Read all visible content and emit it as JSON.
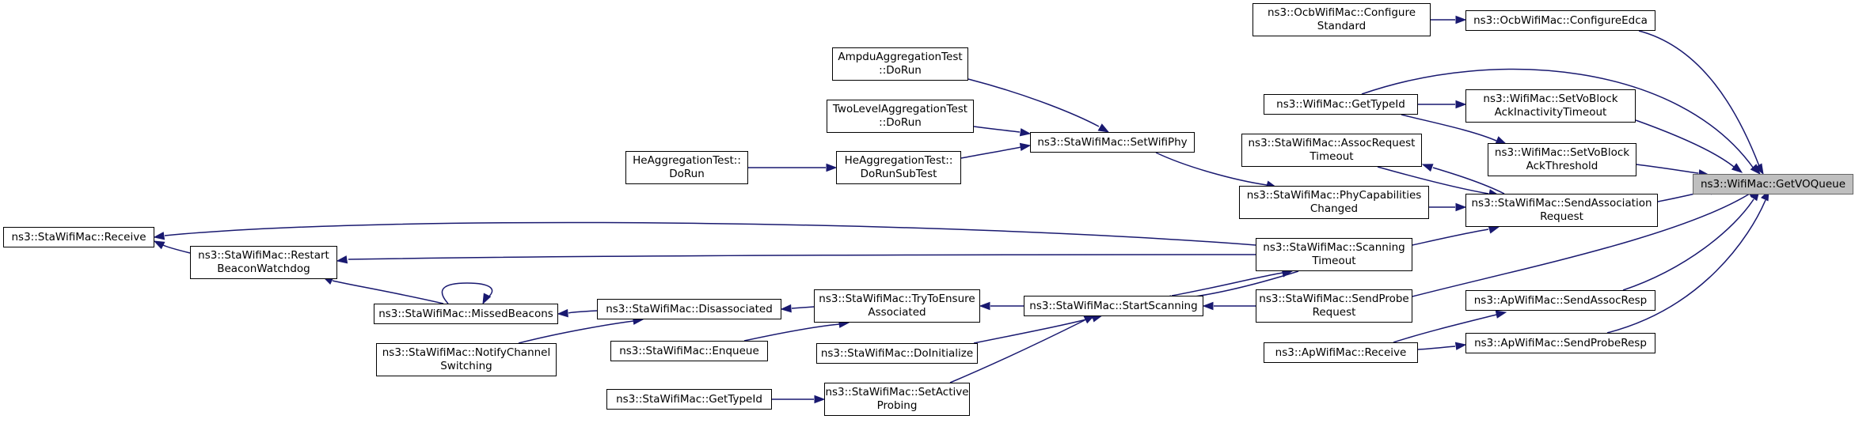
{
  "graph": {
    "focus_node": "ns3::WifiMac::GetVOQueue",
    "nodes": {
      "get_vo_queue": [
        "ns3::WifiMac::GetVOQueue"
      ],
      "ocb_configure_standard": [
        "ns3::OcbWifiMac::Configure",
        "Standard"
      ],
      "ocb_configure_edca": [
        "ns3::OcbWifiMac::ConfigureEdca"
      ],
      "wifimac_get_typeid": [
        "ns3::WifiMac::GetTypeId"
      ],
      "set_vo_block_ack_inactivity": [
        "ns3::WifiMac::SetVoBlock",
        "AckInactivityTimeout"
      ],
      "set_vo_block_ack_threshold": [
        "ns3::WifiMac::SetVoBlock",
        "AckThreshold"
      ],
      "assoc_request_timeout": [
        "ns3::StaWifiMac::AssocRequest",
        "Timeout"
      ],
      "phy_capabilities_changed": [
        "ns3::StaWifiMac::PhyCapabilities",
        "Changed"
      ],
      "send_association_request": [
        "ns3::StaWifiMac::SendAssociation",
        "Request"
      ],
      "ampdu_aggregation_test": [
        "AmpduAggregationTest",
        "::DoRun"
      ],
      "two_level_aggregation_test": [
        "TwoLevelAggregationTest",
        "::DoRun"
      ],
      "he_aggregation_test_dorun": [
        "HeAggregationTest::",
        "DoRun"
      ],
      "he_aggregation_test_dorunsubtest": [
        "HeAggregationTest::",
        "DoRunSubTest"
      ],
      "sta_set_wifi_phy": [
        "ns3::StaWifiMac::SetWifiPhy"
      ],
      "sta_receive": [
        "ns3::StaWifiMac::Receive"
      ],
      "restart_beacon_watchdog": [
        "ns3::StaWifiMac::Restart",
        "BeaconWatchdog"
      ],
      "scanning_timeout": [
        "ns3::StaWifiMac::Scanning",
        "Timeout"
      ],
      "missed_beacons": [
        "ns3::StaWifiMac::MissedBeacons"
      ],
      "disassociated": [
        "ns3::StaWifiMac::Disassociated"
      ],
      "try_to_ensure_associated": [
        "ns3::StaWifiMac::TryToEnsure",
        "Associated"
      ],
      "start_scanning": [
        "ns3::StaWifiMac::StartScanning"
      ],
      "send_probe_request": [
        "ns3::StaWifiMac::SendProbe",
        "Request"
      ],
      "notify_channel_switching": [
        "ns3::StaWifiMac::NotifyChannel",
        "Switching"
      ],
      "enqueue": [
        "ns3::StaWifiMac::Enqueue"
      ],
      "do_initialize": [
        "ns3::StaWifiMac::DoInitialize"
      ],
      "sta_get_typeid": [
        "ns3::StaWifiMac::GetTypeId"
      ],
      "set_active_probing": [
        "ns3::StaWifiMac::SetActive",
        "Probing"
      ],
      "ap_send_assoc_resp": [
        "ns3::ApWifiMac::SendAssocResp"
      ],
      "ap_receive": [
        "ns3::ApWifiMac::Receive"
      ],
      "ap_send_probe_resp": [
        "ns3::ApWifiMac::SendProbeResp"
      ]
    },
    "edges": [
      [
        "ocb_configure_standard",
        "ocb_configure_edca"
      ],
      [
        "ocb_configure_edca",
        "get_vo_queue"
      ],
      [
        "wifimac_get_typeid",
        "get_vo_queue"
      ],
      [
        "wifimac_get_typeid",
        "set_vo_block_ack_inactivity"
      ],
      [
        "wifimac_get_typeid",
        "set_vo_block_ack_threshold"
      ],
      [
        "set_vo_block_ack_inactivity",
        "get_vo_queue"
      ],
      [
        "set_vo_block_ack_threshold",
        "get_vo_queue"
      ],
      [
        "send_association_request",
        "get_vo_queue"
      ],
      [
        "send_association_request",
        "assoc_request_timeout"
      ],
      [
        "assoc_request_timeout",
        "send_association_request"
      ],
      [
        "phy_capabilities_changed",
        "send_association_request"
      ],
      [
        "scanning_timeout",
        "send_association_request"
      ],
      [
        "sta_set_wifi_phy",
        "phy_capabilities_changed"
      ],
      [
        "ampdu_aggregation_test",
        "sta_set_wifi_phy"
      ],
      [
        "two_level_aggregation_test",
        "sta_set_wifi_phy"
      ],
      [
        "he_aggregation_test_dorunsubtest",
        "sta_set_wifi_phy"
      ],
      [
        "he_aggregation_test_dorun",
        "he_aggregation_test_dorunsubtest"
      ],
      [
        "scanning_timeout",
        "sta_receive"
      ],
      [
        "restart_beacon_watchdog",
        "sta_receive"
      ],
      [
        "scanning_timeout",
        "restart_beacon_watchdog"
      ],
      [
        "missed_beacons",
        "restart_beacon_watchdog"
      ],
      [
        "missed_beacons",
        "missed_beacons"
      ],
      [
        "disassociated",
        "missed_beacons"
      ],
      [
        "notify_channel_switching",
        "disassociated"
      ],
      [
        "try_to_ensure_associated",
        "disassociated"
      ],
      [
        "enqueue",
        "try_to_ensure_associated"
      ],
      [
        "start_scanning",
        "try_to_ensure_associated"
      ],
      [
        "scanning_timeout",
        "start_scanning"
      ],
      [
        "start_scanning",
        "scanning_timeout"
      ],
      [
        "do_initialize",
        "start_scanning"
      ],
      [
        "set_active_probing",
        "start_scanning"
      ],
      [
        "sta_get_typeid",
        "set_active_probing"
      ],
      [
        "send_probe_request",
        "start_scanning"
      ],
      [
        "send_probe_request",
        "get_vo_queue"
      ],
      [
        "ap_send_assoc_resp",
        "get_vo_queue"
      ],
      [
        "ap_send_probe_resp",
        "get_vo_queue"
      ],
      [
        "ap_receive",
        "ap_send_assoc_resp"
      ],
      [
        "ap_receive",
        "ap_send_probe_resp"
      ]
    ]
  },
  "colors": {
    "edge": "#191970",
    "node_border": "#000000",
    "focus_fill": "#bfbfbf",
    "focus_border": "#666666",
    "background": "#ffffff"
  }
}
